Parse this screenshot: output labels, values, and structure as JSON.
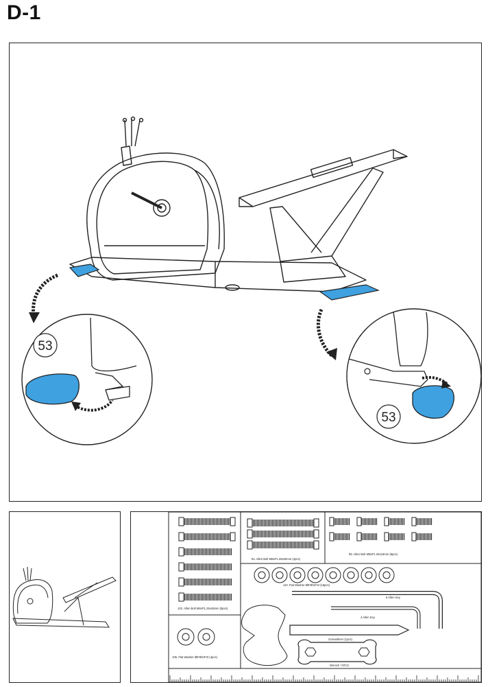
{
  "step": {
    "title": "D-1"
  },
  "callouts": {
    "left": "53",
    "right": "53"
  },
  "colors": {
    "end_cap": "#3fa1e0",
    "line": "#222222"
  },
  "hardware": {
    "item_102": "102. Allen Bolt M8xP1.25x45mm (8pcs)",
    "item_94": "94. Allen Bolt M8xP1.25x60mm (4pcs)",
    "item_96": "96. Allen Bolt M8xP1.25x16mm (8pcs)",
    "item_110": "110. Flat Washer Ø8*Ø18*2t (16pcs)",
    "item_105": "105. Flat Washer Ø8*Ø19*2t (4pcs)",
    "allen_key_large": "6 Allen Key",
    "allen_key_small": "4 Allen Key",
    "screwdriver": "Screwdriver (1pcs)",
    "wrench": "Wrench *1PCS"
  }
}
